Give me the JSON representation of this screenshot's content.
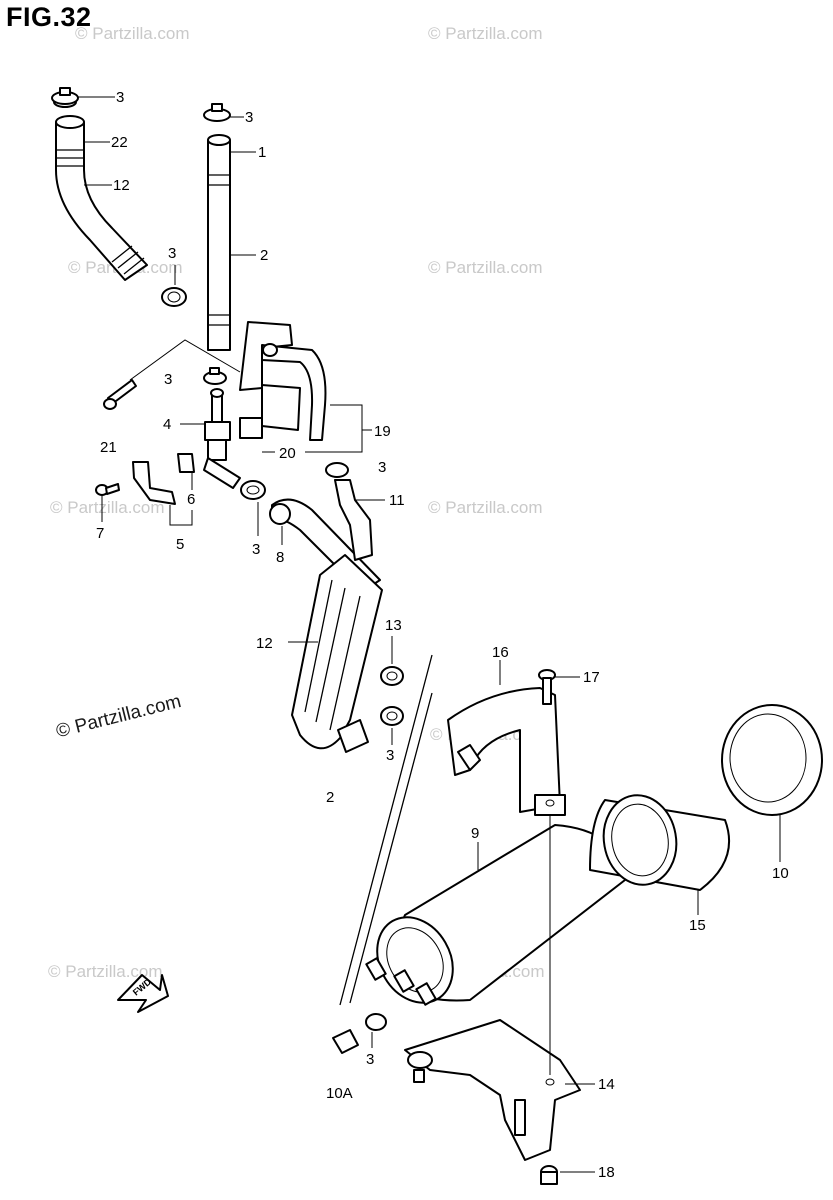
{
  "figure": {
    "title": "FIG.32"
  },
  "watermarks": {
    "light": "© Partzilla.com",
    "dark": "© Partzilla.com"
  },
  "callouts": [
    {
      "id": "c3a",
      "label": "3"
    },
    {
      "id": "c22",
      "label": "22"
    },
    {
      "id": "c12a",
      "label": "12"
    },
    {
      "id": "c3b",
      "label": "3"
    },
    {
      "id": "c1",
      "label": "1"
    },
    {
      "id": "c2a",
      "label": "2"
    },
    {
      "id": "c3c",
      "label": "3"
    },
    {
      "id": "c3d",
      "label": "3"
    },
    {
      "id": "c4",
      "label": "4"
    },
    {
      "id": "c19",
      "label": "19"
    },
    {
      "id": "c20",
      "label": "20"
    },
    {
      "id": "c21",
      "label": "21"
    },
    {
      "id": "c3e",
      "label": "3"
    },
    {
      "id": "c11",
      "label": "11"
    },
    {
      "id": "c6",
      "label": "6"
    },
    {
      "id": "c7",
      "label": "7"
    },
    {
      "id": "c5",
      "label": "5"
    },
    {
      "id": "c3f",
      "label": "3"
    },
    {
      "id": "c8",
      "label": "8"
    },
    {
      "id": "c12b",
      "label": "12"
    },
    {
      "id": "c13",
      "label": "13"
    },
    {
      "id": "c16",
      "label": "16"
    },
    {
      "id": "c17",
      "label": "17"
    },
    {
      "id": "c3g",
      "label": "3"
    },
    {
      "id": "c2b",
      "label": "2"
    },
    {
      "id": "c9",
      "label": "9"
    },
    {
      "id": "c10",
      "label": "10"
    },
    {
      "id": "c15",
      "label": "15"
    },
    {
      "id": "c3h",
      "label": "3"
    },
    {
      "id": "c10a",
      "label": "10A"
    },
    {
      "id": "c14",
      "label": "14"
    },
    {
      "id": "c18",
      "label": "18"
    }
  ],
  "fwd_badge": "FWD"
}
